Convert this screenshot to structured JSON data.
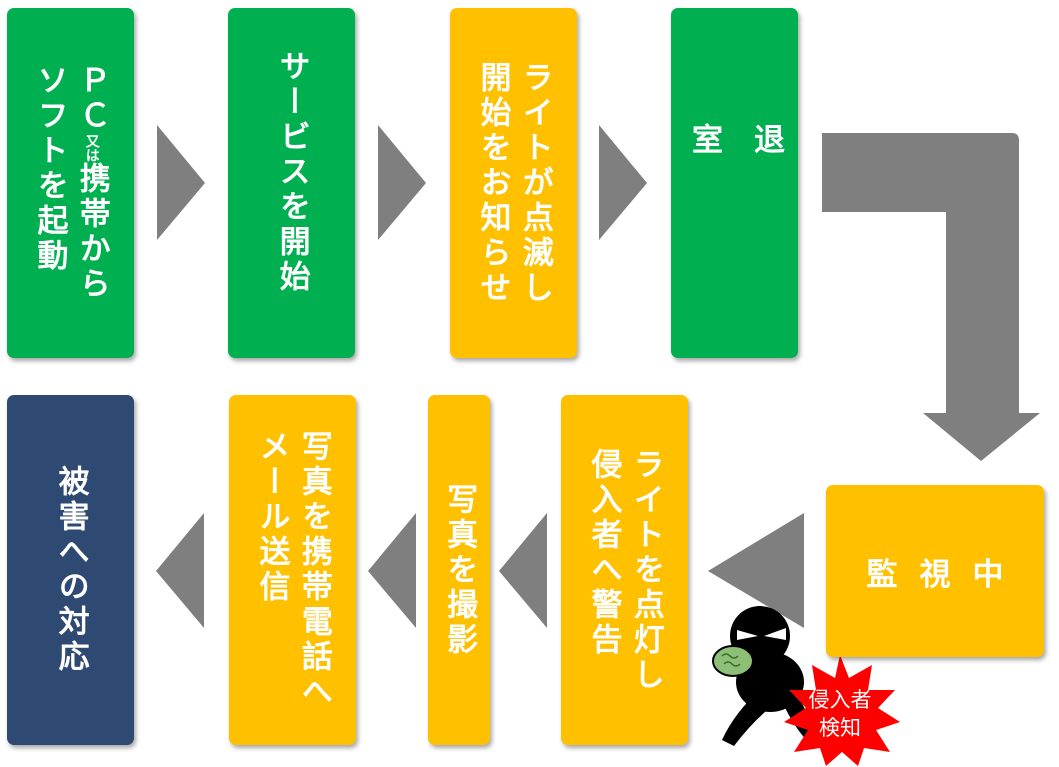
{
  "colors": {
    "green": "#00b050",
    "yellow": "#ffc000",
    "navy": "#2e4a73",
    "arrow": "#7f7f7f",
    "burst": "#ff0000"
  },
  "top_row": [
    {
      "id": "start-pc",
      "col1": "ソフトを起動",
      "col2_pre": "ＰＣ",
      "col2_small": "又は",
      "col2_post": "携帯から"
    },
    {
      "id": "start-service",
      "text": "サービスを開始"
    },
    {
      "id": "light-blink",
      "col1": "開始をお知らせ",
      "col2": "ライトが点滅し"
    },
    {
      "id": "leave-room",
      "text": "退\n\n室"
    }
  ],
  "monitor": "監視中",
  "bottom_row": [
    {
      "id": "warn",
      "col1": "侵入者へ警告",
      "col2": "ライトを点灯し"
    },
    {
      "id": "photo",
      "text": "写真を撮影"
    },
    {
      "id": "send",
      "col1": "メール送信",
      "col2": "写真を携帯電話へ"
    },
    {
      "id": "respond",
      "text": "被害への対応"
    }
  ],
  "intruder_badge": {
    "line1": "侵入者",
    "line2": "検知"
  }
}
